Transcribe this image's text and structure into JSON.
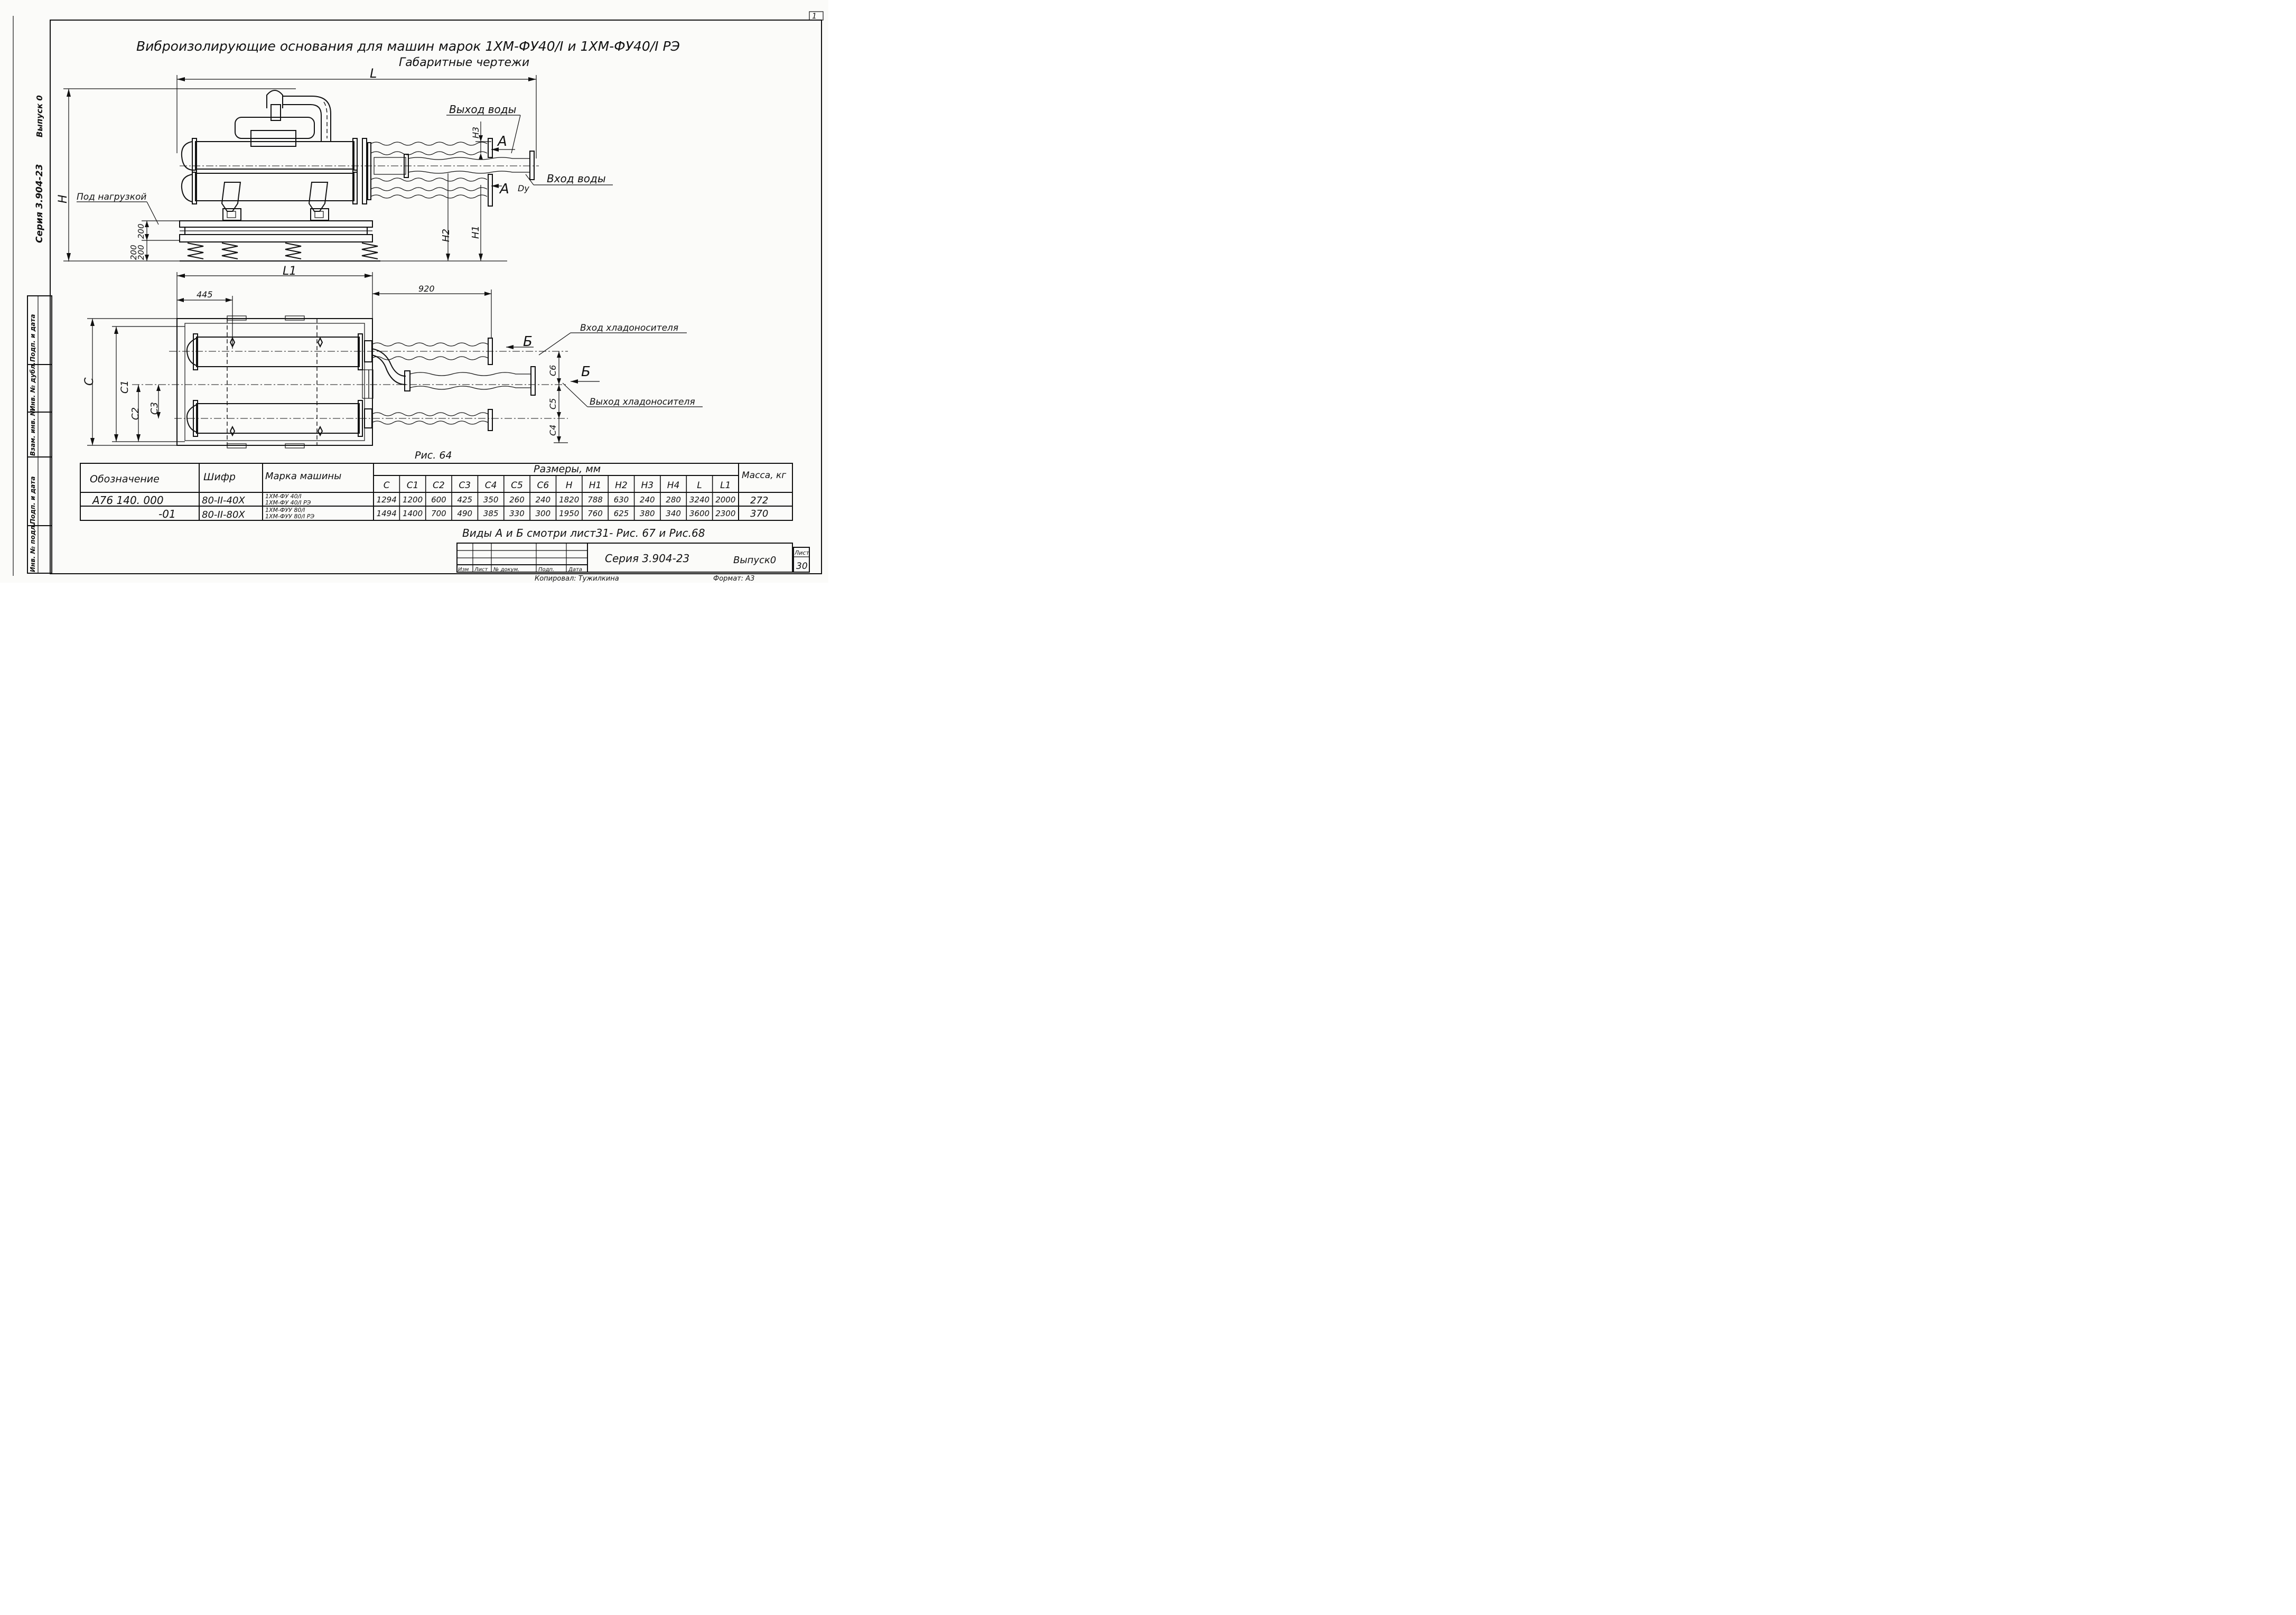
{
  "title": {
    "line1": "Виброизолирующие основания для машин марок 1ХМ-ФУ40/I и 1ХМ-ФУ40/I РЭ",
    "line2": "Габаритные чертежи"
  },
  "side_view": {
    "L": "L",
    "H": "H",
    "H1": "H1",
    "H2": "H2",
    "H3": "H3",
    "A_top": "A",
    "A_bottom": "A",
    "Dy": "Dy",
    "water_out": "Выход воды",
    "water_in": "Вход воды",
    "under_load": "Под нагрузкой",
    "dim_200a": "200",
    "dim_200b": "200",
    "dim_200c": "200"
  },
  "plan_view": {
    "L1": "L1",
    "dim_445": "445",
    "dim_920": "920",
    "C": "C",
    "C1": "C1",
    "C2": "C2",
    "C3": "C3",
    "C4": "C4",
    "C5": "C5",
    "C6": "C6",
    "B_left": "Б",
    "B_right": "Б",
    "coolant_in": "Вход хладоносителя",
    "coolant_out": "Выход хладоносителя"
  },
  "figure_caption": "Рис. 64",
  "table": {
    "col_designation": "Обозначение",
    "col_code": "Шифр",
    "col_model": "Марка машины",
    "col_dims_group": "Размеры, мм",
    "col_mass": "Масса, кг",
    "dim_headers": [
      "C",
      "C1",
      "C2",
      "C3",
      "C4",
      "C5",
      "C6",
      "H",
      "H1",
      "H2",
      "H3",
      "H4",
      "L",
      "L1"
    ],
    "rows": [
      {
        "designation": "А76 140. 000",
        "code": "80-II-40Х",
        "model_line1": "1ХМ-ФУ 40/I",
        "model_line2": "1ХМ-ФУ 40/I РЭ",
        "dims": [
          "1294",
          "1200",
          "600",
          "425",
          "350",
          "260",
          "240",
          "1820",
          "788",
          "630",
          "240",
          "280",
          "3240",
          "2000"
        ],
        "mass": "272"
      },
      {
        "designation": "-01",
        "code": "80-II-80Х",
        "model_line1": "1ХМ-ФУУ 80/I",
        "model_line2": "1ХМ-ФУУ 80/I РЭ",
        "dims": [
          "1494",
          "1400",
          "700",
          "490",
          "385",
          "330",
          "300",
          "1950",
          "760",
          "625",
          "380",
          "340",
          "3600",
          "2300"
        ],
        "mass": "370"
      }
    ]
  },
  "note": "Виды А и Б смотри лист31- Рис. 67 и Рис.68",
  "stamp": {
    "series": "Серия 3.904-23",
    "issue": "Выпуск0",
    "sheet_label": "Лист",
    "sheet_no": "30",
    "col_izm": "Изм",
    "col_list": "Лист",
    "col_doc": "№ докум.",
    "col_sign": "Подп.",
    "col_date": "Дата",
    "copied_by": "Копировал: Тужилкина",
    "format": "Формат: А3"
  },
  "margin": {
    "series_vertical": "Серия 3.904-23",
    "issue_vertical": "Выпуск 0",
    "cells": [
      "Подп. и дата",
      "Инв. № дубл.",
      "Взам. инв. №",
      "Подп. и дата",
      "Инв. № подл."
    ]
  },
  "corner": "1"
}
